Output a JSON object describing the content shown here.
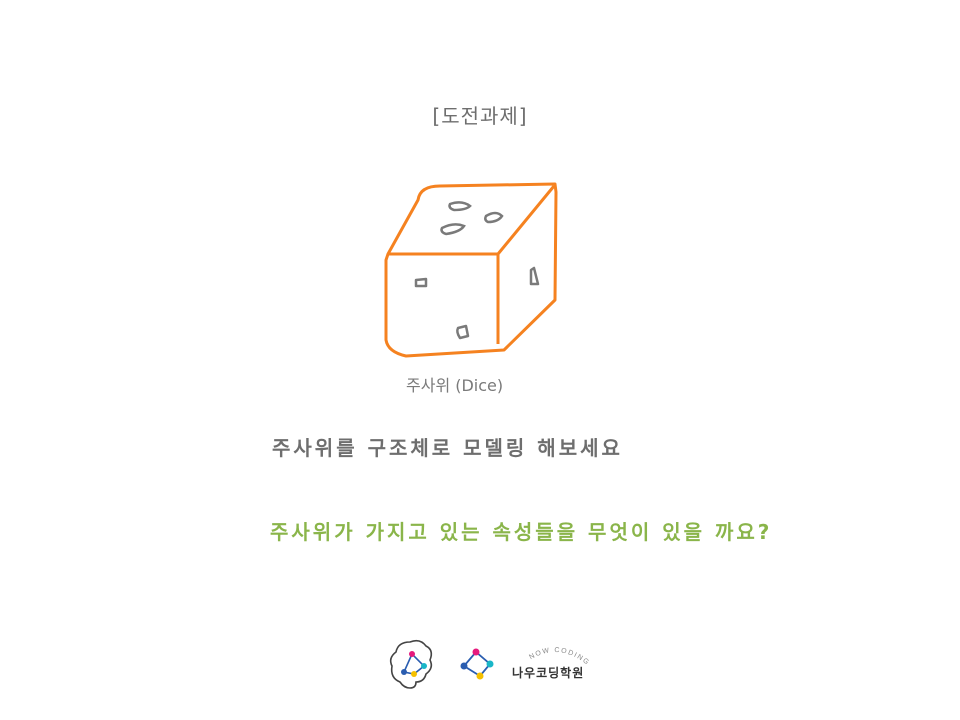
{
  "slide": {
    "title": "[도전과제]",
    "dice_caption": "주사위 (Dice)",
    "instruction": "주사위를 구조체로 모델링 해보세요",
    "question": "주사위가 가지고 있는 속성들을 무엇이 있을 까요?"
  },
  "footer": {
    "academy_arc_text": "NOW CODING",
    "academy_name": "나우코딩학원"
  },
  "colors": {
    "dice_outline": "#f58220",
    "dice_pips": "#7a7a7a",
    "title_text": "#6e6e6e",
    "question_text": "#8ab54a",
    "logo_pink": "#e6197d",
    "logo_blue": "#2a5db0",
    "logo_teal": "#19b6c8",
    "logo_yellow": "#f5c000"
  },
  "icons": [
    "dice-icon",
    "brain-logo-icon",
    "school-logo-icon"
  ]
}
